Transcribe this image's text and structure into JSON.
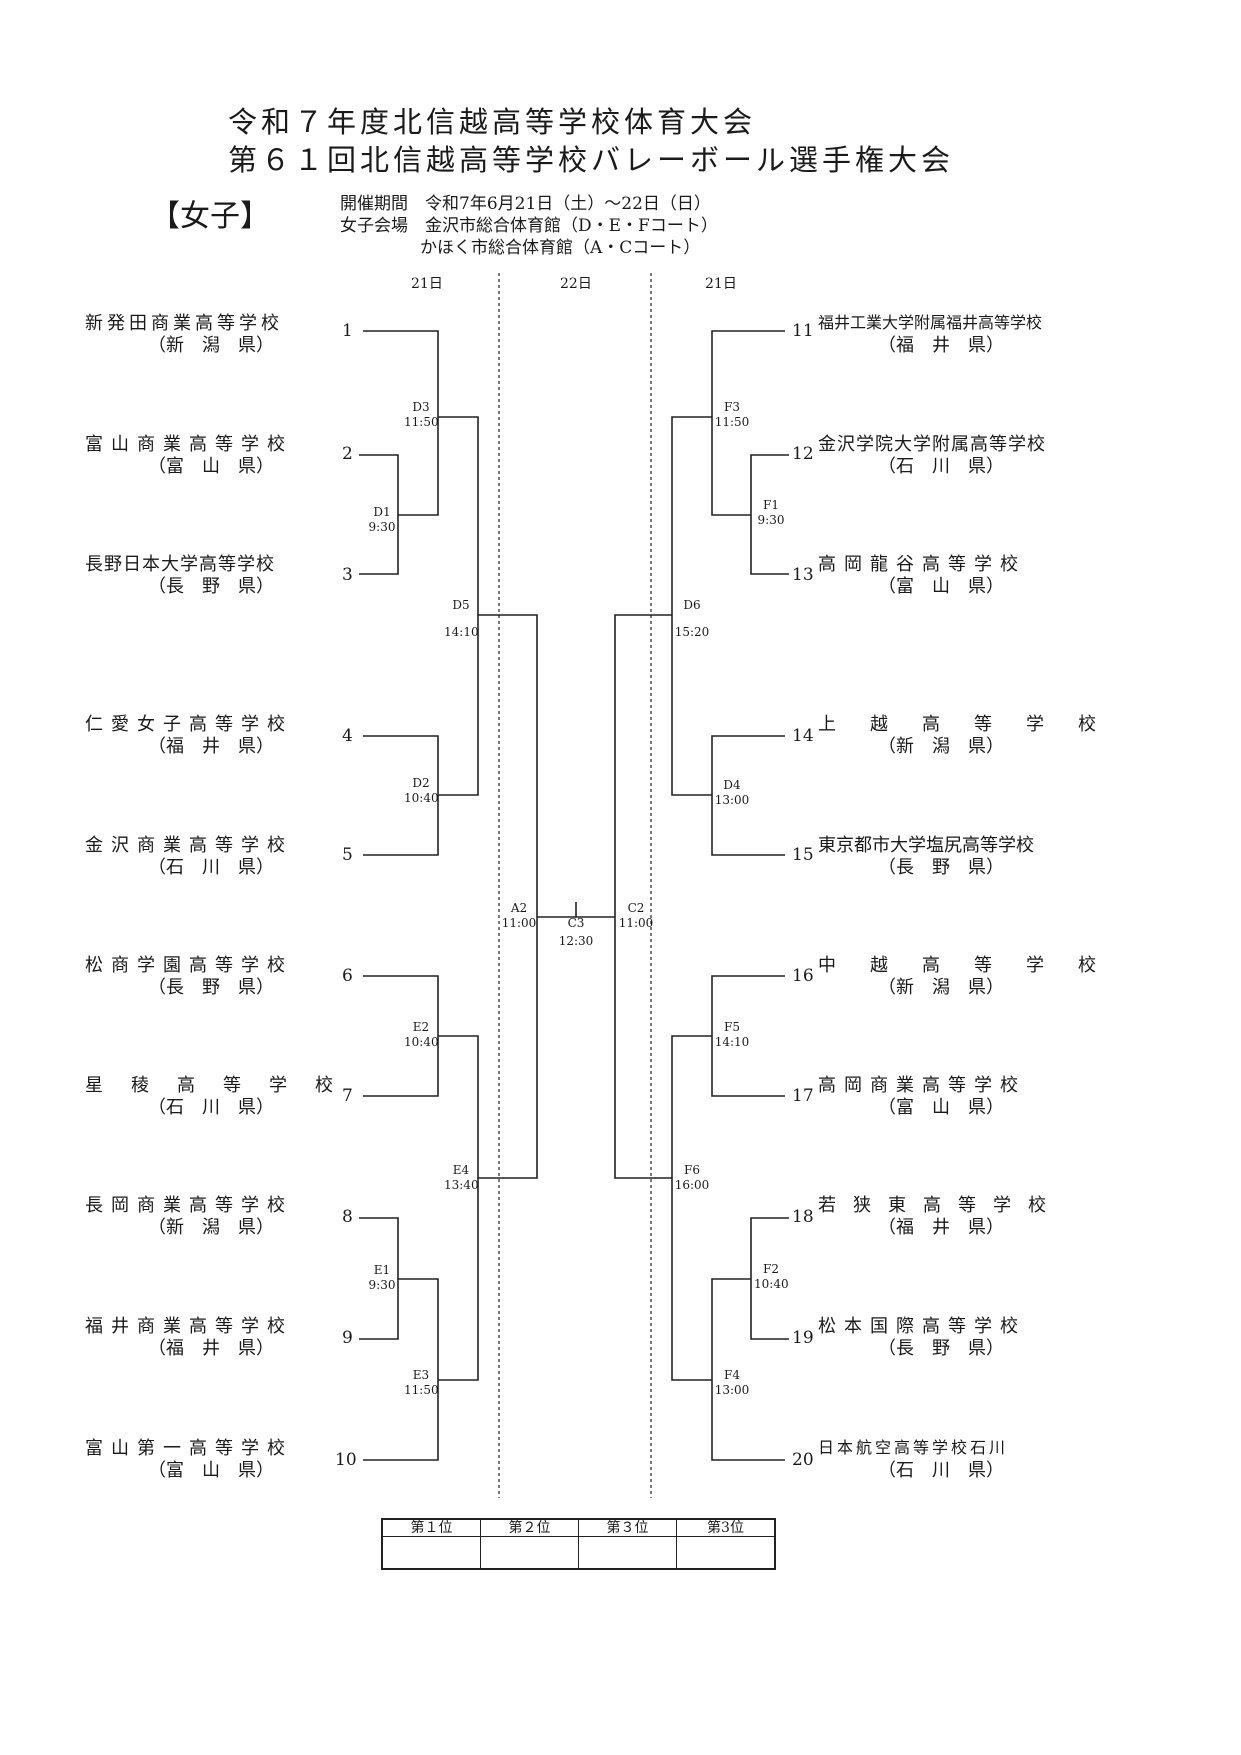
{
  "header": {
    "title_line1": "令和７年度北信越高等学校体育大会",
    "title_line2": "第６１回北信越高等学校バレーボール選手権大会",
    "category": "【女子】",
    "period": "開催期間　令和7年6月21日（土）～22日（日）",
    "venue1": "女子会場　金沢市総合体育館（D・E・Fコート）",
    "venue2": "かほく市総合体育館（A・Cコート）"
  },
  "days": {
    "left": "21日",
    "center": "22日",
    "right": "21日"
  },
  "teams": [
    {
      "seed": "1",
      "name": "新発田商業高等学校",
      "pref": "（新　潟　県）"
    },
    {
      "seed": "2",
      "name": "富山商業高等学校",
      "pref": "（富　山　県）"
    },
    {
      "seed": "3",
      "name": "長野日本大学高等学校",
      "pref": "（長　野　県）"
    },
    {
      "seed": "4",
      "name": "仁愛女子高等学校",
      "pref": "（福　井　県）"
    },
    {
      "seed": "5",
      "name": "金沢商業高等学校",
      "pref": "（石　川　県）"
    },
    {
      "seed": "6",
      "name": "松商学園高等学校",
      "pref": "（長　野　県）"
    },
    {
      "seed": "7",
      "name": "星稜高等学校",
      "pref": "（石　川　県）"
    },
    {
      "seed": "8",
      "name": "長岡商業高等学校",
      "pref": "（新　潟　県）"
    },
    {
      "seed": "9",
      "name": "福井商業高等学校",
      "pref": "（福　井　県）"
    },
    {
      "seed": "10",
      "name": "富山第一高等学校",
      "pref": "（富　山　県）"
    },
    {
      "seed": "11",
      "name": "福井工業大学附属福井高等学校",
      "pref": "（福　井　県）"
    },
    {
      "seed": "12",
      "name": "金沢学院大学附属高等学校",
      "pref": "（石　川　県）"
    },
    {
      "seed": "13",
      "name": "高岡龍谷高等学校",
      "pref": "（富　山　県）"
    },
    {
      "seed": "14",
      "name": "上越高等学校",
      "pref": "（新　潟　県）"
    },
    {
      "seed": "15",
      "name": "東京都市大学塩尻高等学校",
      "pref": "（長　野　県）"
    },
    {
      "seed": "16",
      "name": "中越高等学校",
      "pref": "（新　潟　県）"
    },
    {
      "seed": "17",
      "name": "高岡商業高等学校",
      "pref": "（富　山　県）"
    },
    {
      "seed": "18",
      "name": "若狭東高等学校",
      "pref": "（福　井　県）"
    },
    {
      "seed": "19",
      "name": "松本国際高等学校",
      "pref": "（長　野　県）"
    },
    {
      "seed": "20",
      "name": "日本航空高等学校石川",
      "pref": "（石　川　県）"
    }
  ],
  "matches": [
    {
      "code": "D1",
      "time": "9:30"
    },
    {
      "code": "D2",
      "time": "10:40"
    },
    {
      "code": "D3",
      "time": "11:50"
    },
    {
      "code": "D5",
      "time": "14:10"
    },
    {
      "code": "E1",
      "time": "9:30"
    },
    {
      "code": "E2",
      "time": "10:40"
    },
    {
      "code": "E3",
      "time": "11:50"
    },
    {
      "code": "E4",
      "time": "13:40"
    },
    {
      "code": "A2",
      "time": "11:00"
    },
    {
      "code": "C3",
      "time": "12:30"
    },
    {
      "code": "C2",
      "time": "11:00"
    },
    {
      "code": "F1",
      "time": "9:30"
    },
    {
      "code": "F3",
      "time": "11:50"
    },
    {
      "code": "D4",
      "time": "13:00"
    },
    {
      "code": "D6",
      "time": "15:20"
    },
    {
      "code": "F2",
      "time": "10:40"
    },
    {
      "code": "F4",
      "time": "13:00"
    },
    {
      "code": "F5",
      "time": "14:10"
    },
    {
      "code": "F6",
      "time": "16:00"
    }
  ],
  "results": {
    "headers": [
      "第１位",
      "第２位",
      "第３位",
      "第3位"
    ],
    "values": [
      "",
      "",
      "",
      ""
    ]
  }
}
